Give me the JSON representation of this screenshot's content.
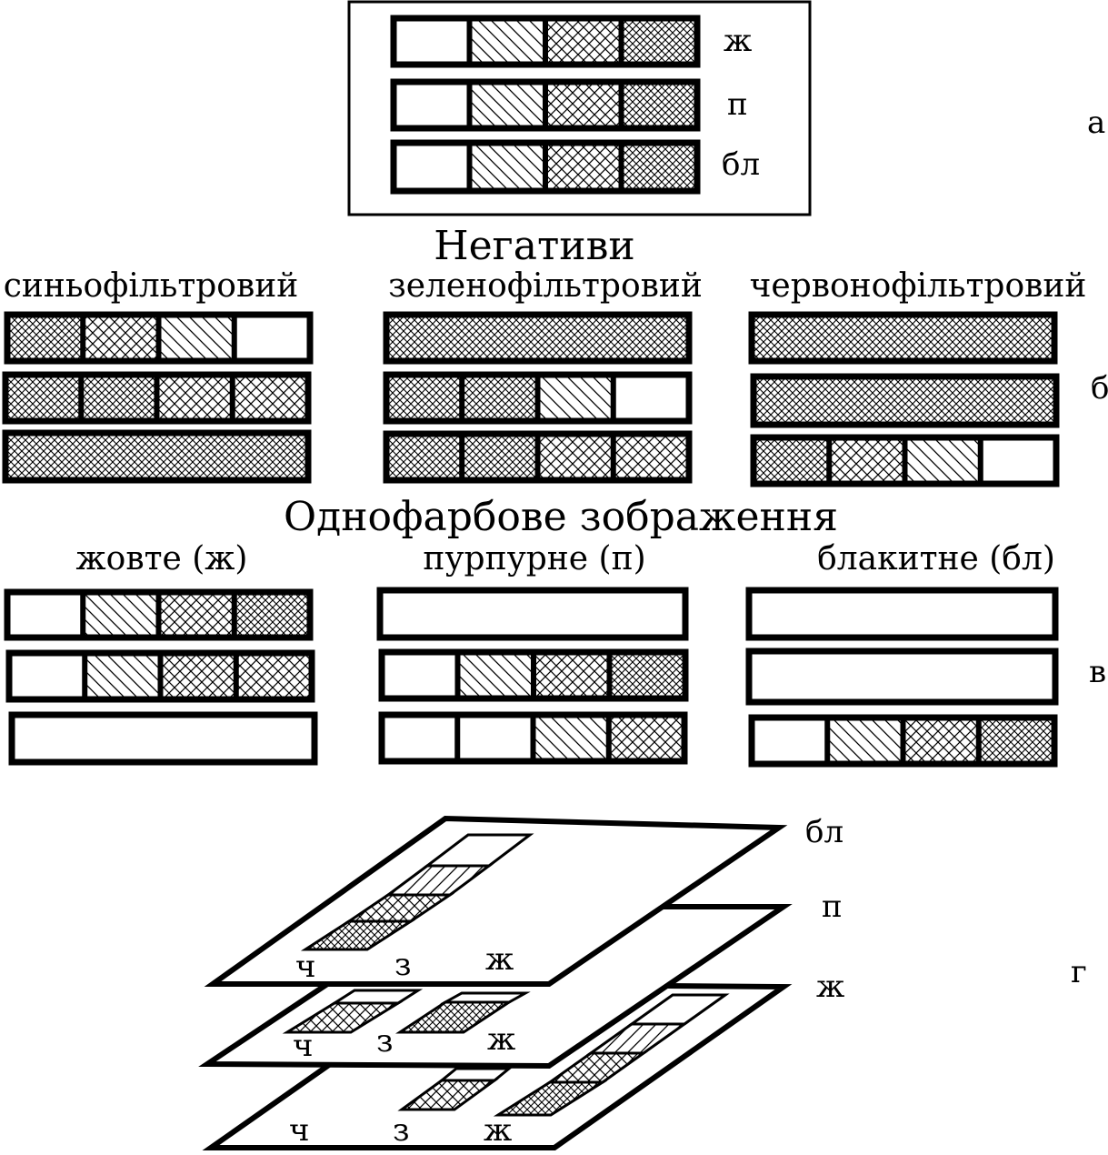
{
  "labels": {
    "panel_a": "а",
    "panel_b": "б",
    "panel_v": "в",
    "panel_g": "г",
    "negatives_title": "Негативи",
    "negative_blue": "синьофільтровий",
    "negative_green": "зеленофільтровий",
    "negative_red": "червонофільтровий",
    "mono_title": "Однофарбове зображення",
    "mono_yellow": "жовте (ж)",
    "mono_magenta": "пурпурне (п)",
    "mono_cyan": "блакитне (бл)"
  },
  "strip_labels": [
    "ж",
    "п",
    "бл"
  ],
  "plate_labels": [
    "бл",
    "п",
    "ж"
  ],
  "zone_labels": [
    "ч",
    "з",
    "ж"
  ],
  "pattern_legend": [
    "empty",
    "hatch-light",
    "crosshatch-medium",
    "crosshatch-dense"
  ]
}
